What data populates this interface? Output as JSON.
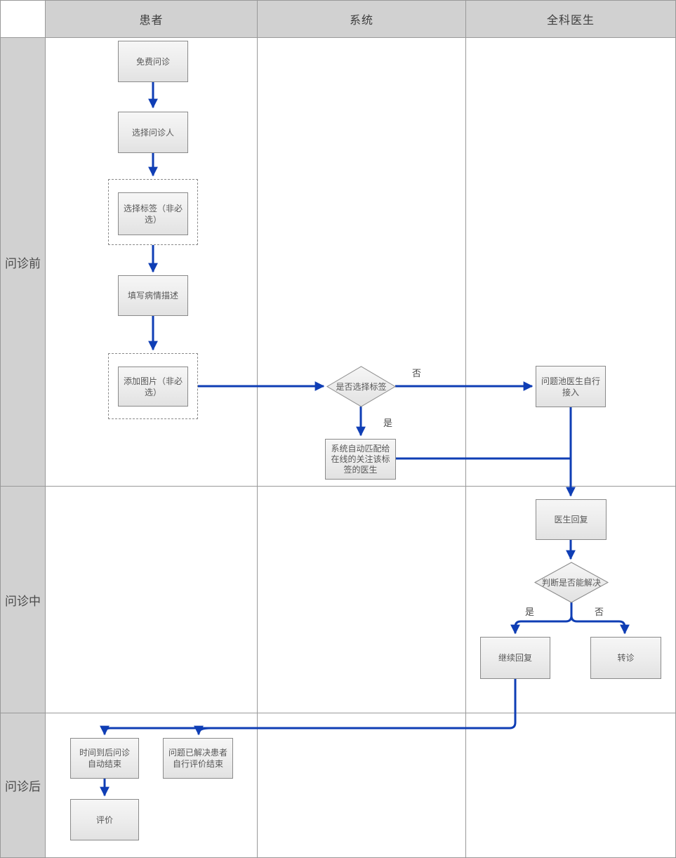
{
  "header": {
    "columns": [
      "患者",
      "系统",
      "全科医生"
    ]
  },
  "lanes": [
    "问诊前",
    "问诊中",
    "问诊后"
  ],
  "nodes": {
    "free_consult": "免费问诊",
    "select_person": "选择问诊人",
    "select_tag": "选择标签（非必选）",
    "fill_description": "填写病情描述",
    "add_image": "添加图片（非必选）",
    "tag_decision": "是否选择标签",
    "auto_match": "系统自动匹配给在线的关注该标签的医生",
    "question_pool": "问题池医生自行接入",
    "doctor_reply": "医生回复",
    "solve_decision": "判断是否能解决",
    "continue_reply": "继续回复",
    "referral": "转诊",
    "auto_end": "时间到后问诊自动结束",
    "self_end": "问题已解决患者自行评价结束",
    "evaluate": "评价"
  },
  "edge_labels": {
    "tag_no": "否",
    "tag_yes": "是",
    "solve_yes": "是",
    "solve_no": "否"
  },
  "colors": {
    "connector_blue": "#0f3eb5",
    "lane_fill": "#d1d1d1",
    "grid_line": "#999999",
    "node_border": "#8a8a8a",
    "node_text": "#575757"
  }
}
